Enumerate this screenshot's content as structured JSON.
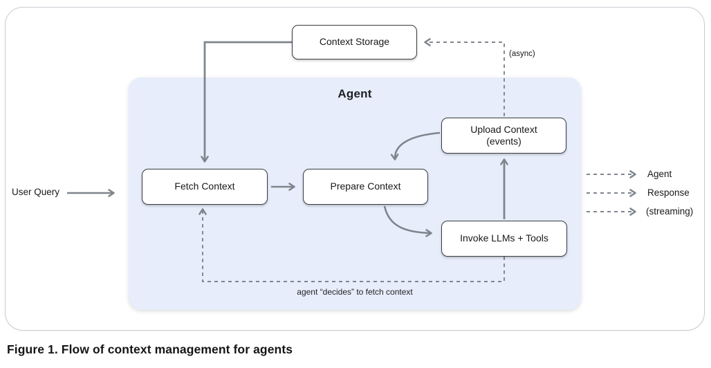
{
  "figure": {
    "caption": "Figure 1. Flow of context management for agents"
  },
  "diagram": {
    "container_label": "Agent",
    "nodes": {
      "context_storage": {
        "label": "Context Storage"
      },
      "fetch_context": {
        "label": "Fetch Context"
      },
      "prepare_context": {
        "label": "Prepare Context"
      },
      "upload_context": {
        "label_line1": "Upload Context",
        "label_line2": "(events)"
      },
      "invoke_llms": {
        "label": "Invoke LLMs + Tools"
      }
    },
    "labels": {
      "user_query": "User Query",
      "async": "(async)",
      "loop_note": "agent “decides” to fetch context",
      "output_line1": "Agent",
      "output_line2": "Response",
      "output_line3": "(streaming)"
    },
    "edges": [
      "User Query -> Fetch Context (solid)",
      "Context Storage -> Fetch Context (solid)",
      "Fetch Context -> Prepare Context (solid)",
      "Prepare Context -> Invoke LLMs + Tools (solid curve)",
      "Invoke LLMs + Tools -> Upload Context (solid)",
      "Upload Context -> Prepare Context (solid curve)",
      "Upload Context -> Context Storage (dashed, async)",
      "Invoke LLMs + Tools -> Fetch Context (dashed loop, agent decides)",
      "Agent -> outputs Agent / Response / (streaming) (dashed)"
    ],
    "colors": {
      "agent_container_bg": "#e7edfb",
      "arrow_gray": "#7e858c",
      "node_border": "#383c40",
      "card_border": "#c9cdd2",
      "text": "#17181a",
      "page_bg": "#ffffff"
    }
  }
}
